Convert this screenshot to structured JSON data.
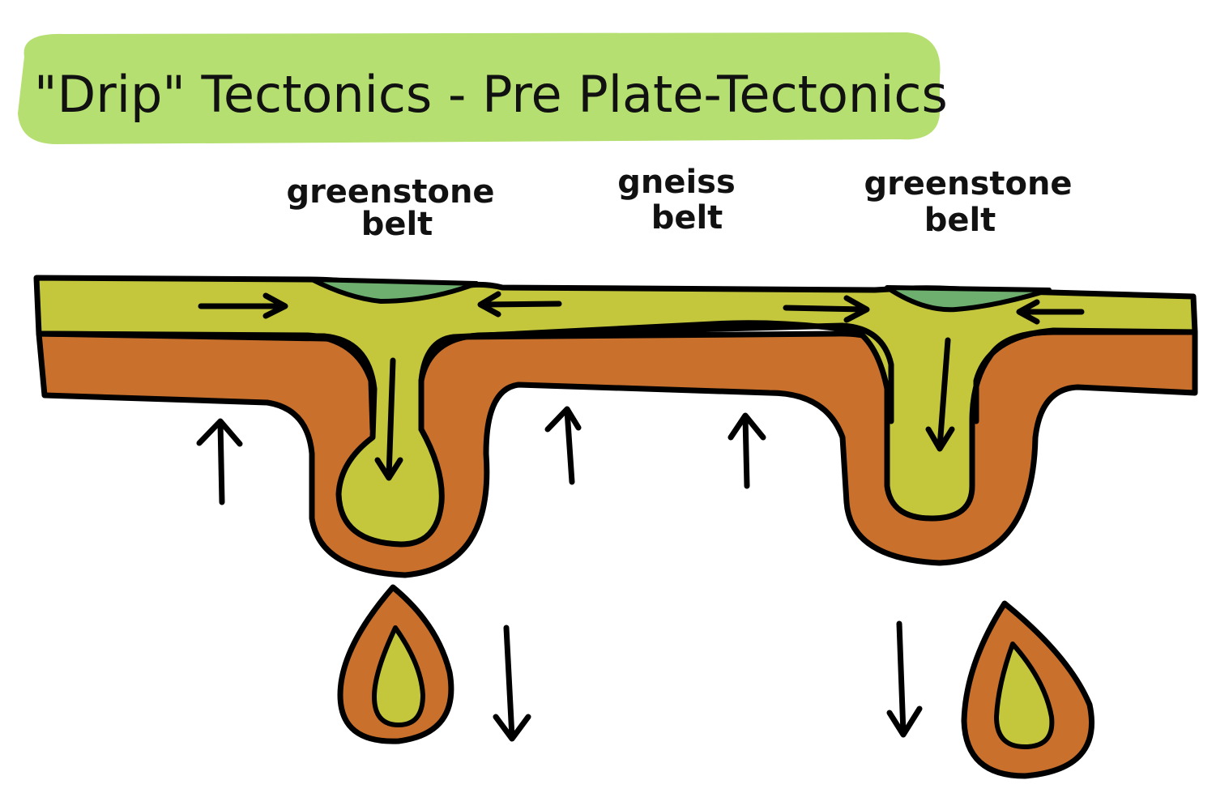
{
  "title": "\"Drip\" Tectonics - Pre Plate-Tectonics",
  "labels": [
    {
      "id": "greenstone-belt-left",
      "line1": "greenstone",
      "line2": "belt"
    },
    {
      "id": "gneiss-belt",
      "line1": "gneiss",
      "line2": "belt"
    },
    {
      "id": "greenstone-belt-right",
      "line1": "greenstone",
      "line2": "belt"
    }
  ],
  "colors": {
    "title_highlight": "#b5df70",
    "upper_layer": "#c4c63c",
    "lower_layer": "#c8702c",
    "greenstone_basin": "#6eae6e",
    "ink": "#000000",
    "background": "#ffffff"
  },
  "icons": [
    "arrow-right-icon",
    "arrow-left-icon",
    "arrow-up-icon",
    "arrow-down-icon",
    "drip-drop-icon"
  ]
}
